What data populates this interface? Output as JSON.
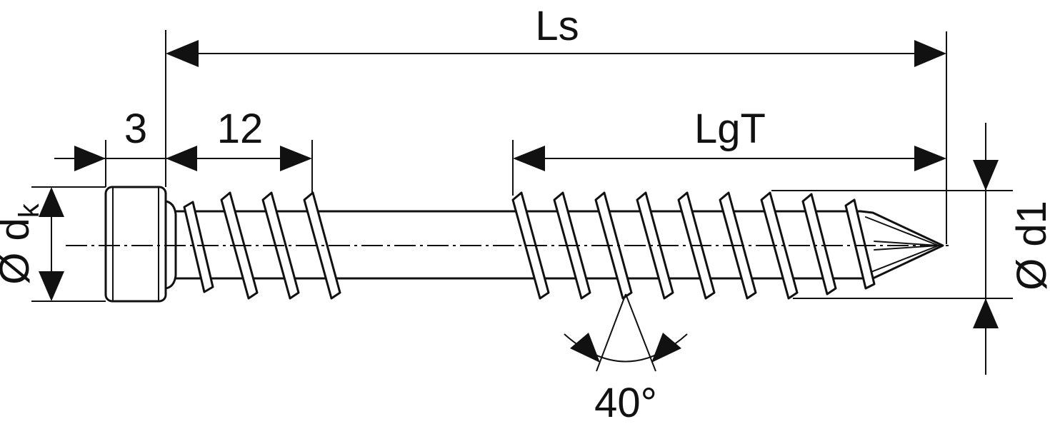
{
  "diagram": {
    "line_color": "#111111",
    "background": "#ffffff",
    "labels": {
      "overall_length": "Ls",
      "head_height": "3",
      "upper_thread": "12",
      "thread_length": "LgT",
      "head_diameter": "Ø d",
      "head_diameter_subscript": "k",
      "thread_diameter": "Ø d1",
      "thread_angle": "40°"
    }
  }
}
